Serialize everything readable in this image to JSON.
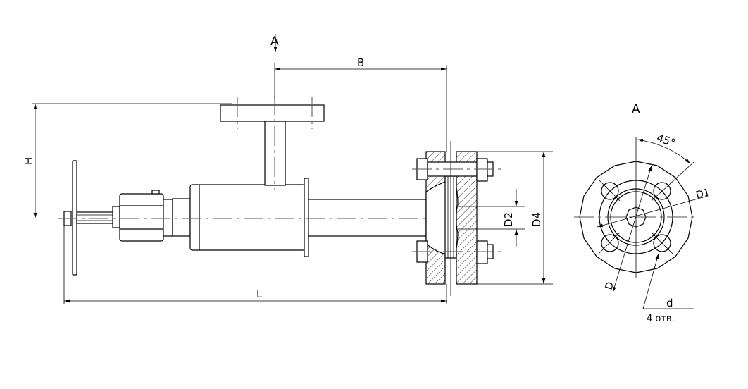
{
  "drawing": {
    "section_marker": "A",
    "view_label": "A",
    "dimensions": {
      "height": "H",
      "branch_offset": "B",
      "length": "L",
      "flange_outer": "D4",
      "bore": "D2",
      "bolt_circle": "D1",
      "outer_diameter": "D",
      "hole_diameter": "d",
      "hole_count": "4 отв.",
      "angle": "45°"
    },
    "line_color": "#000000",
    "background": "#ffffff"
  }
}
